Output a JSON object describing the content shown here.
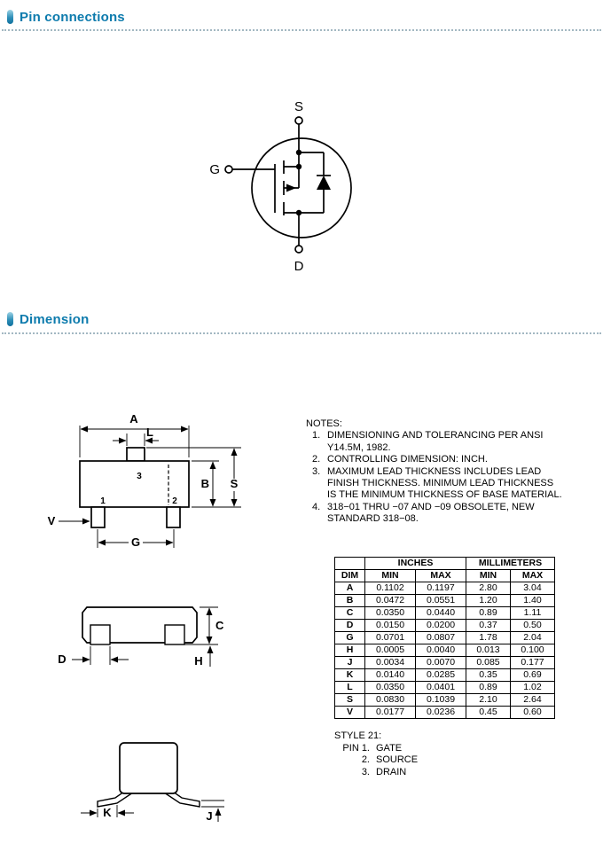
{
  "headers": {
    "pin_connections": "Pin connections",
    "dimension": "Dimension"
  },
  "schematic": {
    "source": "S",
    "gate": "G",
    "drain": "D"
  },
  "drawing": {
    "top_view": {
      "dim_a": "A",
      "dim_l": "L",
      "dim_b": "B",
      "dim_s": "S",
      "dim_g": "G",
      "dim_v": "V",
      "pin1": "1",
      "pin2": "2",
      "pin3": "3"
    },
    "side_view": {
      "dim_c": "C",
      "dim_d": "D",
      "dim_h": "H"
    },
    "end_view": {
      "dim_k": "K",
      "dim_j": "J"
    }
  },
  "notes": {
    "heading": "NOTES:",
    "items": [
      "DIMENSIONING AND TOLERANCING PER ANSI Y14.5M, 1982.",
      "CONTROLLING DIMENSION: INCH.",
      "MAXIMUM LEAD THICKNESS INCLUDES LEAD FINISH THICKNESS. MINIMUM LEAD THICKNESS IS THE MINIMUM THICKNESS OF BASE MATERIAL.",
      "318−01 THRU −07 AND −09 OBSOLETE, NEW STANDARD 318−08."
    ]
  },
  "dim_table": {
    "corner_blank": "",
    "dim_header": "DIM",
    "groups": [
      "INCHES",
      "MILLIMETERS"
    ],
    "sub_headers": [
      "MIN",
      "MAX",
      "MIN",
      "MAX"
    ],
    "rows": [
      [
        "A",
        "0.1102",
        "0.1197",
        "2.80",
        "3.04"
      ],
      [
        "B",
        "0.0472",
        "0.0551",
        "1.20",
        "1.40"
      ],
      [
        "C",
        "0.0350",
        "0.0440",
        "0.89",
        "1.11"
      ],
      [
        "D",
        "0.0150",
        "0.0200",
        "0.37",
        "0.50"
      ],
      [
        "G",
        "0.0701",
        "0.0807",
        "1.78",
        "2.04"
      ],
      [
        "H",
        "0.0005",
        "0.0040",
        "0.013",
        "0.100"
      ],
      [
        "J",
        "0.0034",
        "0.0070",
        "0.085",
        "0.177"
      ],
      [
        "K",
        "0.0140",
        "0.0285",
        "0.35",
        "0.69"
      ],
      [
        "L",
        "0.0350",
        "0.0401",
        "0.89",
        "1.02"
      ],
      [
        "S",
        "0.0830",
        "0.1039",
        "2.10",
        "2.64"
      ],
      [
        "V",
        "0.0177",
        "0.0236",
        "0.45",
        "0.60"
      ]
    ]
  },
  "style_block": {
    "title": "STYLE 21:",
    "pins": [
      {
        "label": "PIN 1.",
        "value": "GATE"
      },
      {
        "label": "2.",
        "value": "SOURCE"
      },
      {
        "label": "3.",
        "value": "DRAIN"
      }
    ]
  }
}
